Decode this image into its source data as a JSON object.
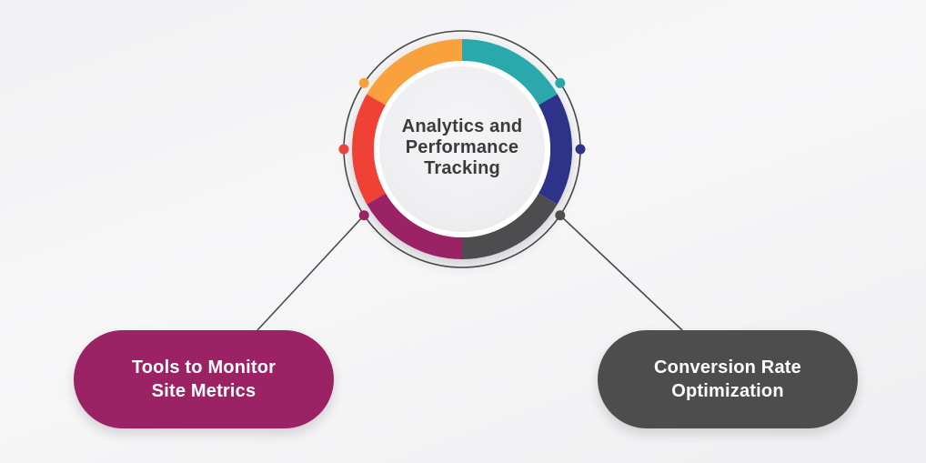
{
  "title": "Analytics and Performance Tracking",
  "background": {
    "color_top": "#F7F7F8",
    "color_bottom": "#EFEFF1"
  },
  "center_node": {
    "title": "Analytics and Performance Tracking",
    "title_lines": [
      "Analytics and",
      "Performance",
      "Tracking"
    ],
    "text_color": "#3B3B3B",
    "disk_color": "#EFEFF0",
    "inner_ring_color": "#FFFFFF"
  },
  "ring": {
    "outline_color": "#48484A",
    "segments": [
      {
        "name": "teal",
        "color": "#2BA8AB"
      },
      {
        "name": "indigo",
        "color": "#2D3389"
      },
      {
        "name": "gray",
        "color": "#4D4D4F"
      },
      {
        "name": "magenta",
        "color": "#9B2265"
      },
      {
        "name": "red",
        "color": "#EF4136"
      },
      {
        "name": "orange",
        "color": "#F9A13C"
      }
    ],
    "dots": [
      {
        "name": "teal-dot",
        "color": "#2BA8AB"
      },
      {
        "name": "indigo-dot",
        "color": "#2D3389"
      },
      {
        "name": "gray-dot",
        "color": "#4D4D4F"
      },
      {
        "name": "magenta-dot",
        "color": "#9B2265"
      },
      {
        "name": "red-dot",
        "color": "#EF4136"
      },
      {
        "name": "orange-dot",
        "color": "#F9A13C"
      }
    ]
  },
  "connectors": {
    "color": "#48484A"
  },
  "nodes": [
    {
      "label": "Tools to Monitor Site Metrics",
      "label_lines": [
        "Tools to Monitor",
        "Site Metrics"
      ],
      "color": "#9B2265",
      "text_color": "#FFFFFF"
    },
    {
      "label": "Conversion Rate Optimization",
      "label_lines": [
        "Conversion Rate",
        "Optimization"
      ],
      "color": "#4D4D4E",
      "text_color": "#FFFFFF"
    }
  ]
}
